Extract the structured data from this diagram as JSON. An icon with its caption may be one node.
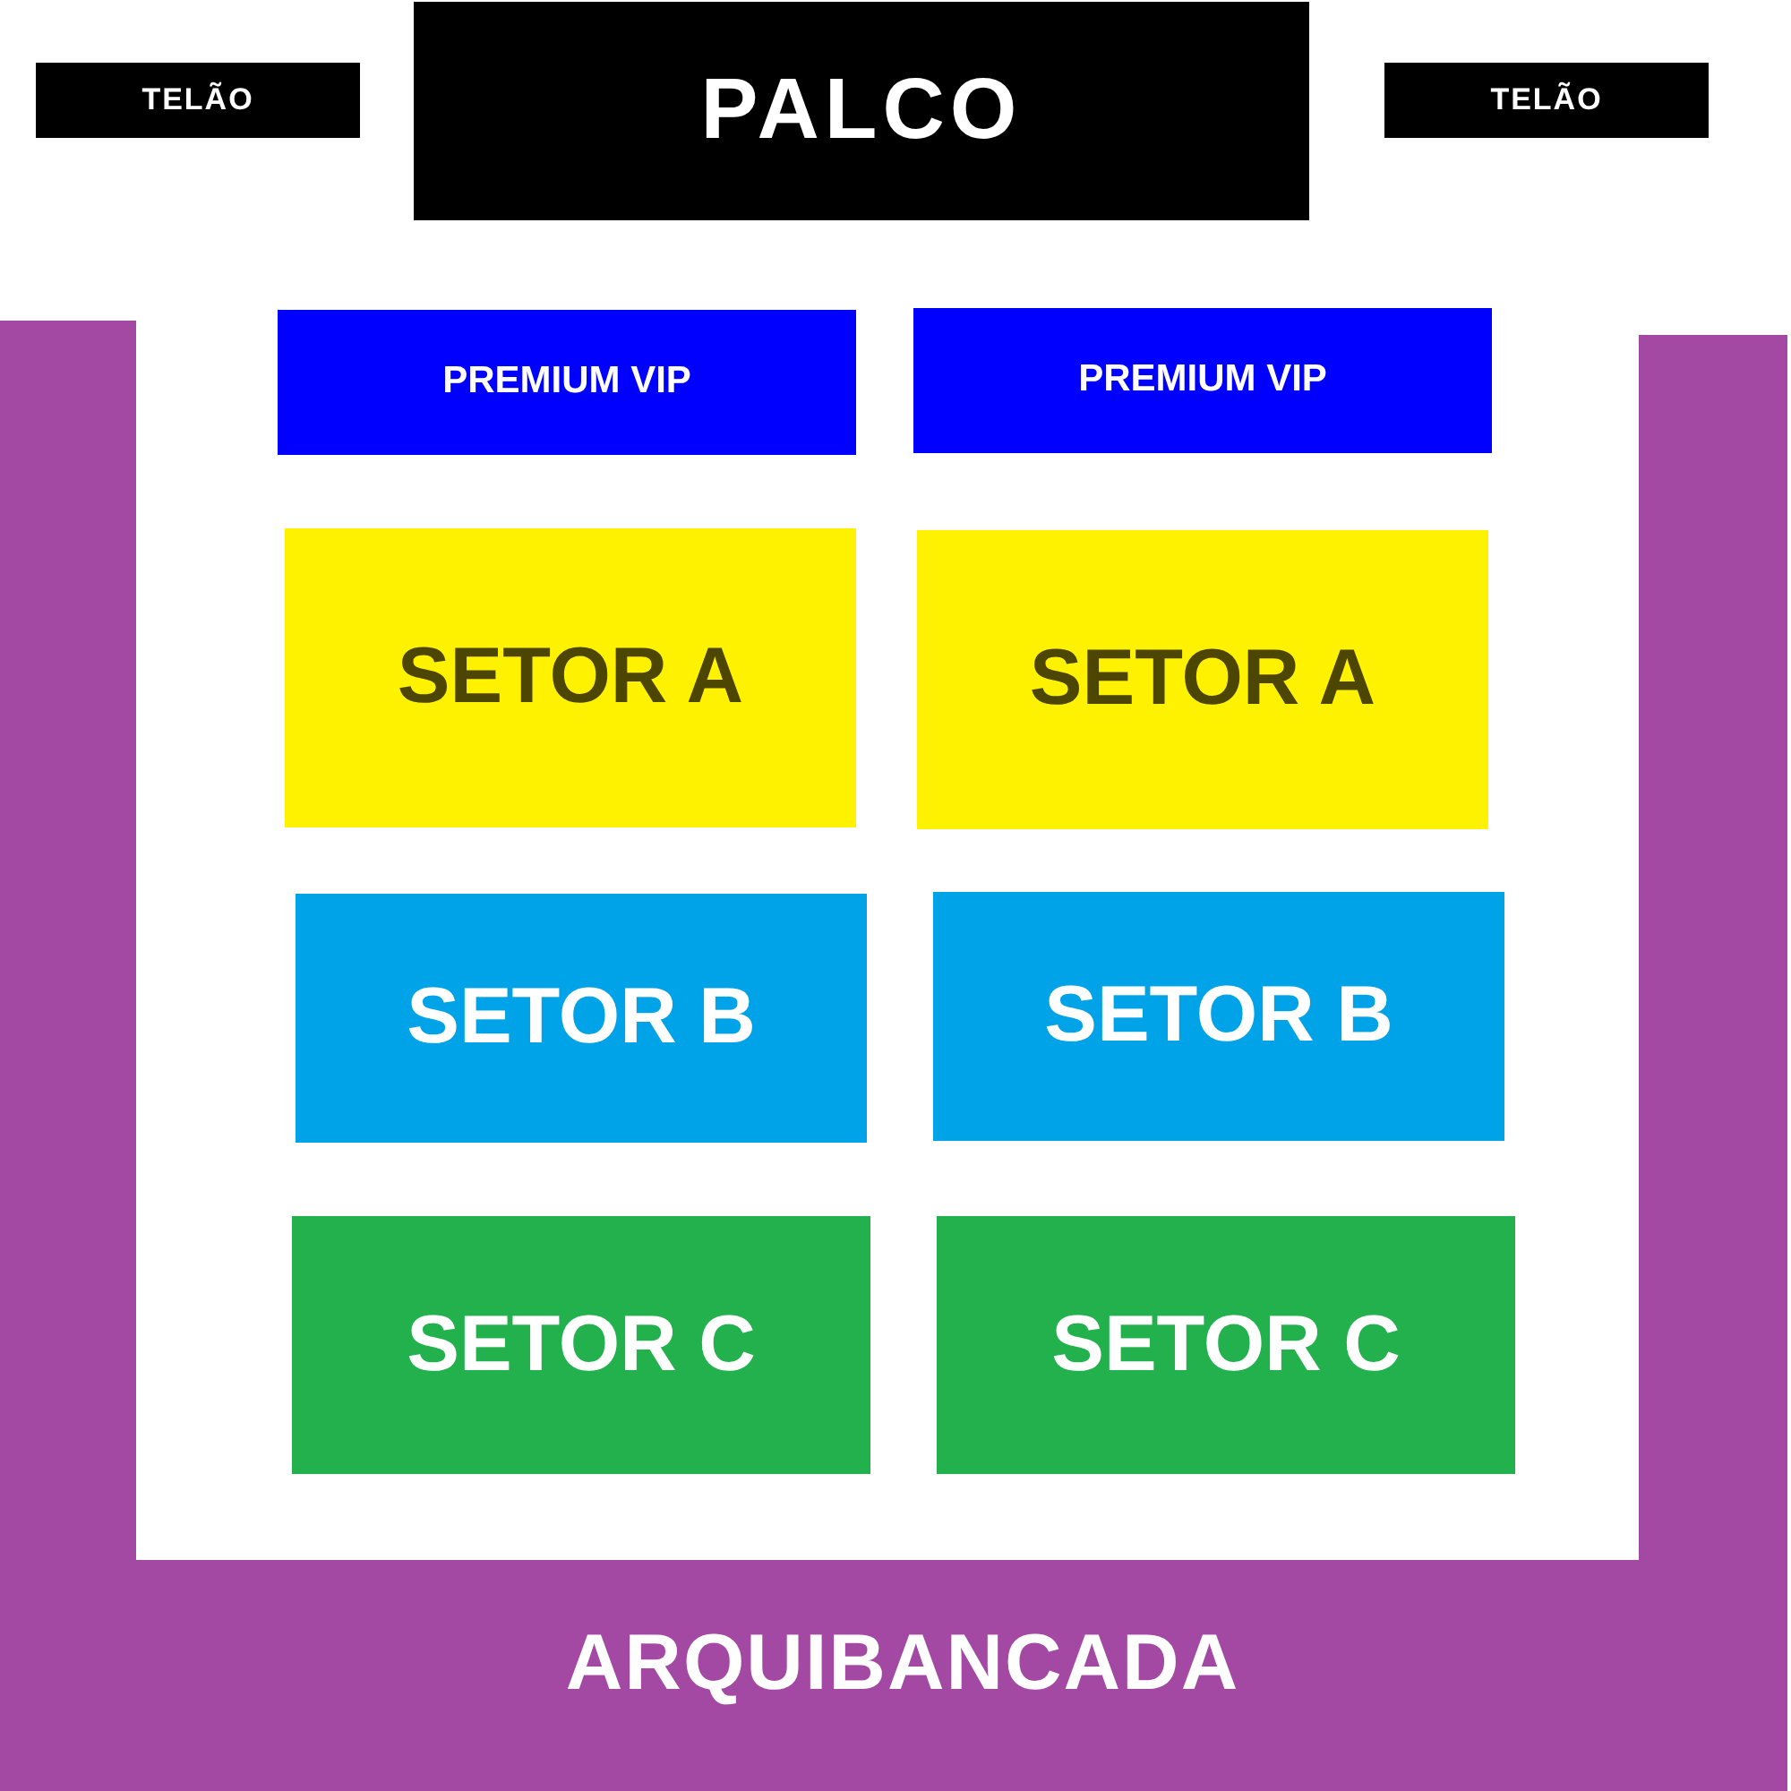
{
  "diagram": {
    "nodes": [
      {
        "text": [
          "TELÃO"
        ]
      },
      {
        "text": [
          "PALCO"
        ]
      },
      {
        "text": [
          "TELÃO"
        ]
      },
      {
        "text": [
          "PREMIUM VIP"
        ]
      },
      {
        "text": [
          "PREMIUM VIP"
        ]
      },
      {
        "text": [
          "SETOR A"
        ]
      },
      {
        "text": [
          "SETOR A"
        ]
      },
      {
        "text": [
          "SETOR B"
        ]
      },
      {
        "text": [
          "SETOR B"
        ]
      },
      {
        "text": [
          "SETOR C"
        ]
      },
      {
        "text": [
          "SETOR C"
        ]
      },
      {
        "text": [
          "ARQUIBANCADA"
        ]
      }
    ]
  }
}
